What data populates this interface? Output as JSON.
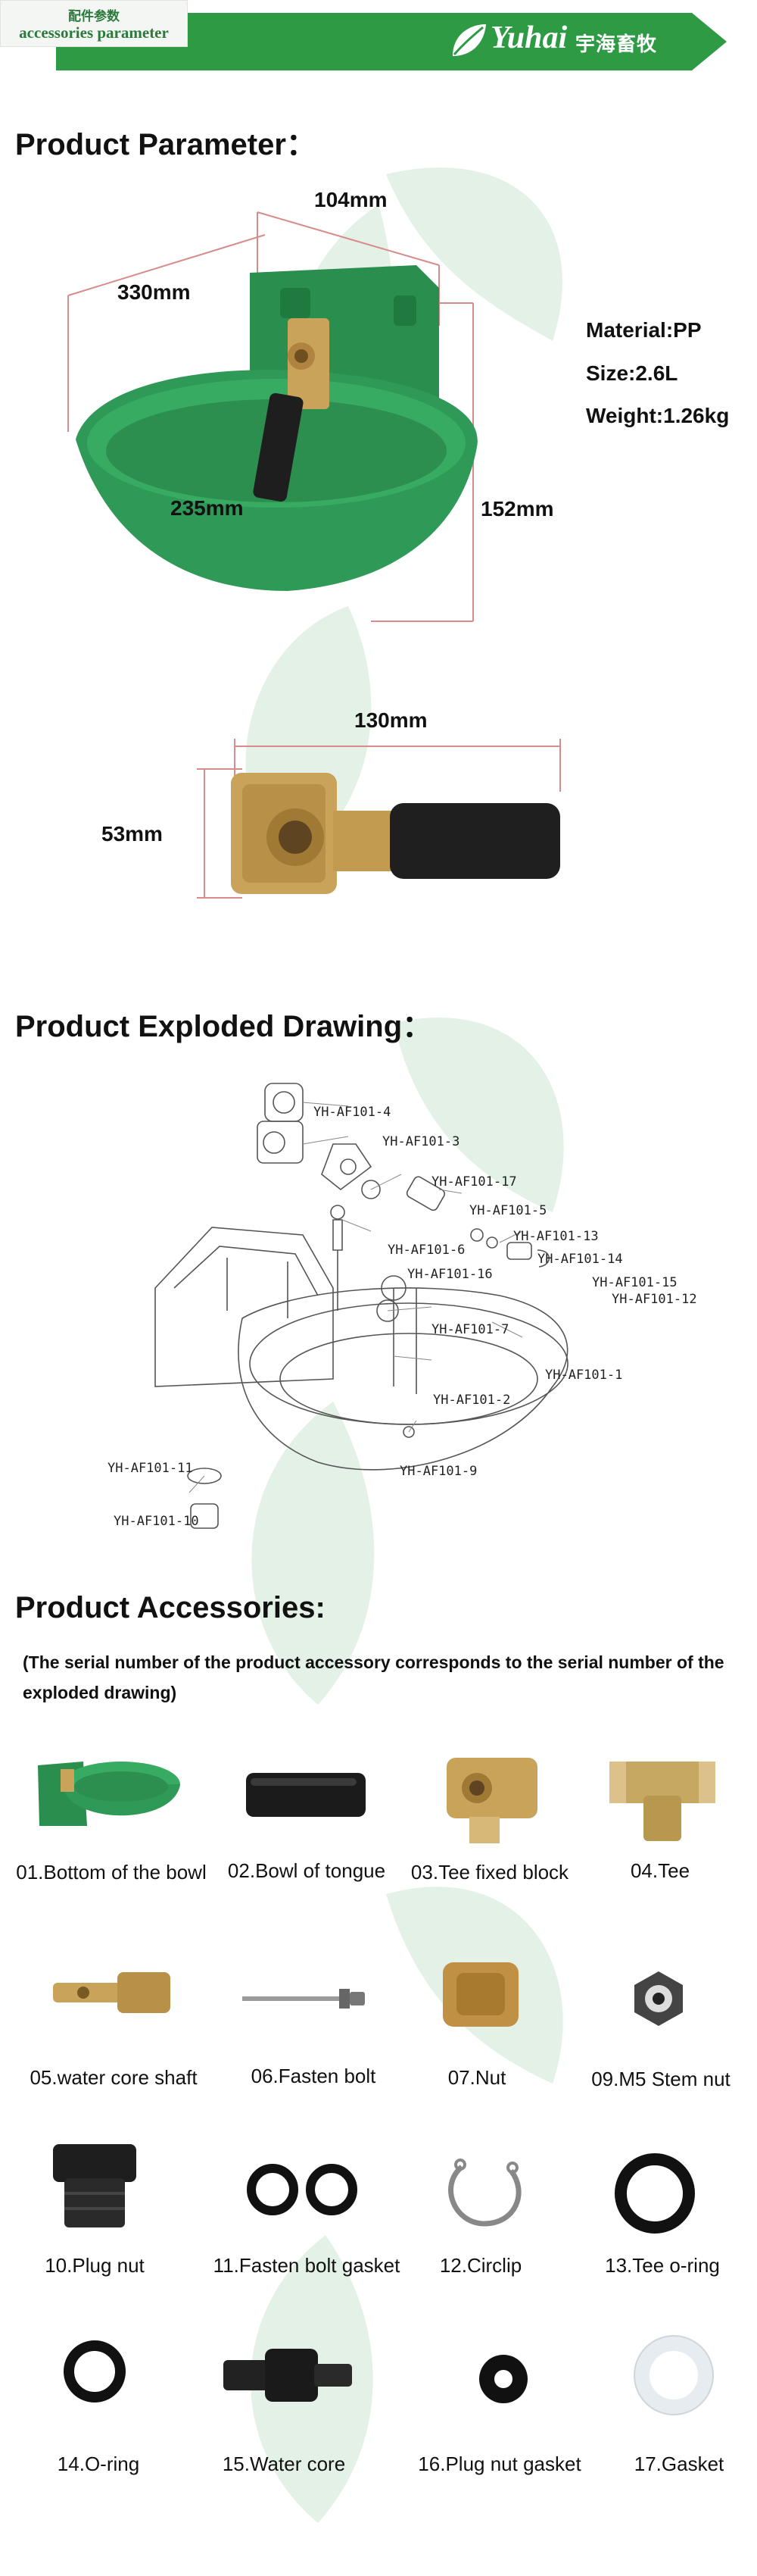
{
  "header": {
    "tag_cn": "配件参数",
    "tag_en": "accessories parameter",
    "brand_latin": "Yuhai",
    "brand_cn": "宇海畜牧"
  },
  "parameter": {
    "title": "Product Parameter：",
    "material": "Material:PP",
    "size": "Size:2.6L",
    "weight": "Weight:1.26kg",
    "dims": {
      "width_top": "104mm",
      "length": "330mm",
      "inner": "235mm",
      "height": "152mm",
      "fitting_length": "130mm",
      "fitting_height": "53mm"
    }
  },
  "exploded": {
    "title": "Product Exploded Drawing：",
    "labels": {
      "p4": "YH-AF101-4",
      "p3": "YH-AF101-3",
      "p17": "YH-AF101-17",
      "p5": "YH-AF101-5",
      "p6": "YH-AF101-6",
      "p13": "YH-AF101-13",
      "p16": "YH-AF101-16",
      "p14": "YH-AF101-14",
      "p15": "YH-AF101-15",
      "p12": "YH-AF101-12",
      "p7": "YH-AF101-7",
      "p1": "YH-AF101-1",
      "p2": "YH-AF101-2",
      "p11": "YH-AF101-11",
      "p9": "YH-AF101-9",
      "p10": "YH-AF101-10"
    }
  },
  "accessories": {
    "title": "Product Accessories:",
    "note": "(The serial number of the product accessory corresponds to the serial number of the exploded drawing)",
    "items": [
      {
        "label": "01.Bottom of the bowl"
      },
      {
        "label": "02.Bowl of tongue"
      },
      {
        "label": "03.Tee fixed block"
      },
      {
        "label": "04.Tee"
      },
      {
        "label": "05.water core shaft"
      },
      {
        "label": "06.Fasten bolt"
      },
      {
        "label": "07.Nut"
      },
      {
        "label": "09.M5 Stem nut"
      },
      {
        "label": "10.Plug nut"
      },
      {
        "label": "11.Fasten bolt gasket"
      },
      {
        "label": "12.Circlip"
      },
      {
        "label": "13.Tee o-ring"
      },
      {
        "label": "14.O-ring"
      },
      {
        "label": "15.Water core"
      },
      {
        "label": "16.Plug nut gasket"
      },
      {
        "label": "17.Gasket"
      }
    ]
  },
  "colors": {
    "brand_green": "#2e9a44",
    "bowl_green": "#2f9a57",
    "brass": "#c9a35a",
    "dim_line": "#d98a8a"
  }
}
